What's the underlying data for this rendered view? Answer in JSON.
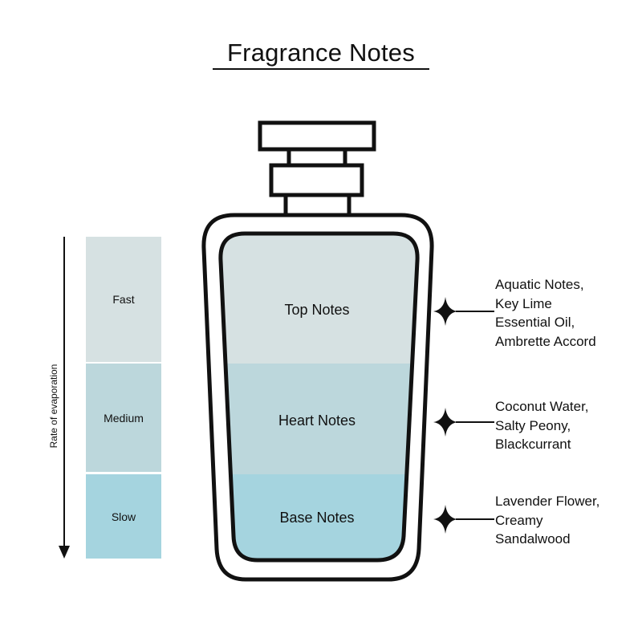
{
  "title": "Fragrance Notes",
  "colors": {
    "fast": "#d6e1e2",
    "medium": "#bcd7dc",
    "slow": "#a5d4df",
    "top_layer": "#d6e1e2",
    "heart_layer": "#bcd7dc",
    "base_layer": "#a5d4df",
    "outline": "#111111"
  },
  "evaporation": {
    "axis_label": "Rate of evaporation",
    "fast": "Fast",
    "medium": "Medium",
    "slow": "Slow"
  },
  "layers": {
    "top": "Top Notes",
    "heart": "Heart Notes",
    "base": "Base Notes"
  },
  "notes": {
    "top": "Aquatic Notes,\nKey Lime\nEssential Oil,\nAmbrette Accord",
    "heart": "Coconut Water,\nSalty Peony,\nBlackcurrant",
    "base": "Lavender Flower,\nCreamy\nSandalwood"
  },
  "icons": {
    "bullet": "four-point-star-icon",
    "arrow": "arrow-down-icon"
  }
}
